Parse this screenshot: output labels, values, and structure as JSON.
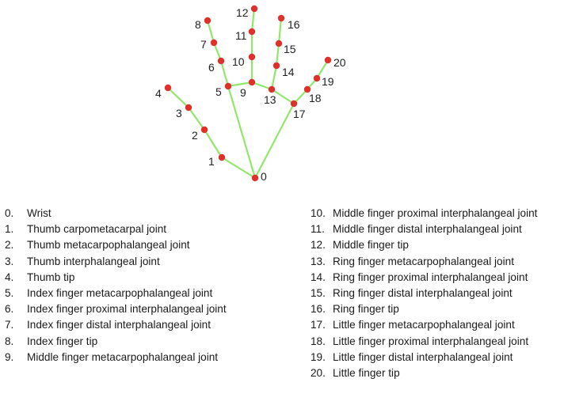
{
  "landmarks": [
    {
      "id": "0",
      "name": "Wrist"
    },
    {
      "id": "1",
      "name": "Thumb carpometacarpal joint"
    },
    {
      "id": "2",
      "name": "Thumb metacarpophalangeal joint"
    },
    {
      "id": "3",
      "name": "Thumb interphalangeal joint"
    },
    {
      "id": "4",
      "name": "Thumb tip"
    },
    {
      "id": "5",
      "name": "Index finger metacarpophalangeal joint"
    },
    {
      "id": "6",
      "name": "Index finger proximal interphalangeal joint"
    },
    {
      "id": "7",
      "name": "Index finger distal interphalangeal joint"
    },
    {
      "id": "8",
      "name": "Index finger tip"
    },
    {
      "id": "9",
      "name": "Middle finger metacarpophalangeal joint"
    },
    {
      "id": "10",
      "name": "Middle finger proximal interphalangeal joint"
    },
    {
      "id": "11",
      "name": "Middle finger distal interphalangeal joint"
    },
    {
      "id": "12",
      "name": "Middle finger tip"
    },
    {
      "id": "13",
      "name": "Ring finger metacarpophalangeal joint"
    },
    {
      "id": "14",
      "name": "Ring finger proximal interphalangeal joint"
    },
    {
      "id": "15",
      "name": "Ring finger distal interphalangeal joint"
    },
    {
      "id": "16",
      "name": "Ring finger tip"
    },
    {
      "id": "17",
      "name": "Little finger metacarpophalangeal joint"
    },
    {
      "id": "18",
      "name": "Little finger proximal interphalangeal joint"
    },
    {
      "id": "19",
      "name": "Little finger distal interphalangeal joint"
    },
    {
      "id": "20",
      "name": "Little finger tip"
    }
  ],
  "connections": [
    [
      "0",
      "1"
    ],
    [
      "1",
      "2"
    ],
    [
      "2",
      "3"
    ],
    [
      "3",
      "4"
    ],
    [
      "0",
      "5"
    ],
    [
      "5",
      "6"
    ],
    [
      "6",
      "7"
    ],
    [
      "7",
      "8"
    ],
    [
      "5",
      "9"
    ],
    [
      "9",
      "10"
    ],
    [
      "10",
      "11"
    ],
    [
      "11",
      "12"
    ],
    [
      "9",
      "13"
    ],
    [
      "13",
      "14"
    ],
    [
      "14",
      "15"
    ],
    [
      "15",
      "16"
    ],
    [
      "13",
      "17"
    ],
    [
      "0",
      "17"
    ],
    [
      "17",
      "18"
    ],
    [
      "18",
      "19"
    ],
    [
      "19",
      "20"
    ]
  ],
  "colors": {
    "joint": "#e0302a",
    "bone": "#90e86a",
    "text": "#222222"
  }
}
